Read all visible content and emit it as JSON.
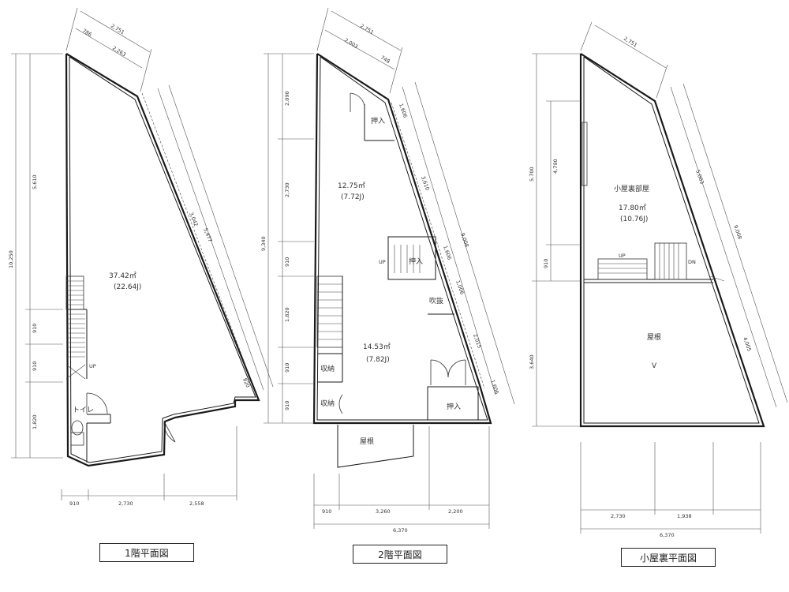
{
  "floor1": {
    "title": "1階平面図",
    "area": "37.42㎡",
    "area_jo": "(22.64J)",
    "toilet": "トイレ",
    "up": "UP",
    "dims": {
      "bottom": [
        "910",
        "2,730",
        "2,558"
      ],
      "left": [
        "5,610",
        "910",
        "910",
        "1,820"
      ],
      "left_total": "10,250",
      "top": [
        "2,751",
        "786",
        "2,263"
      ],
      "diag": [
        "3,042",
        "5,477",
        "820"
      ]
    }
  },
  "floor2": {
    "title": "2階平面図",
    "area_upper": "12.75㎡",
    "area_upper_jo": "(7.72J)",
    "area_lower": "14.53㎡",
    "area_lower_jo": "(7.82J)",
    "closet": "押入",
    "storage": "収納",
    "roof": "屋根",
    "up": "UP",
    "kumo": "吹抜",
    "dims": {
      "bottom": [
        "910",
        "3,260",
        "2,200"
      ],
      "bottom_total": "6,370",
      "left": [
        "2,090",
        "2,730",
        "910",
        "1,820",
        "910",
        "910"
      ],
      "left_total": "9,340",
      "top": [
        "2,751",
        "2,003",
        "748"
      ],
      "diag": [
        "1,606",
        "3,610",
        "9,008",
        "1,606",
        "1,006",
        "2,015",
        "1,606"
      ]
    }
  },
  "attic": {
    "title": "小屋裏平面図",
    "room": "小屋裏部屋",
    "area": "17.80㎡",
    "area_jo": "(10.76J)",
    "roof": "屋根",
    "slope": "V",
    "up": "UP",
    "dn": "DN",
    "dims": {
      "bottom": [
        "2,730",
        "1,938"
      ],
      "bottom_total": "6,370",
      "left": [
        "5,700",
        "4,790",
        "910",
        "3,640"
      ],
      "top": [
        "2,751"
      ],
      "diag": [
        "5,003",
        "9,008",
        "4,005"
      ]
    }
  }
}
